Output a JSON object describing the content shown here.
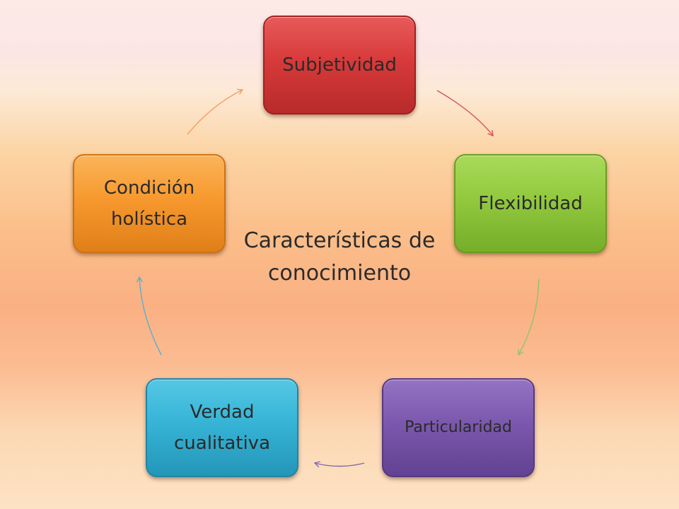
{
  "diagram": {
    "center_title": {
      "line1": "Características de",
      "line2": "conocimiento"
    },
    "nodes": [
      {
        "id": "subjetividad",
        "lines": [
          "Subjetividad"
        ],
        "color": "#d83a3a"
      },
      {
        "id": "flexibilidad",
        "lines": [
          "Flexibilidad"
        ],
        "color": "#92c93e"
      },
      {
        "id": "particularidad",
        "lines": [
          "Particularidad"
        ],
        "color": "#7b58ad"
      },
      {
        "id": "verdad",
        "lines": [
          "Verdad",
          "cualitativa"
        ],
        "color": "#36b4d6"
      },
      {
        "id": "condicion",
        "lines": [
          "Condición",
          "holística"
        ],
        "color": "#f7992e"
      }
    ]
  }
}
